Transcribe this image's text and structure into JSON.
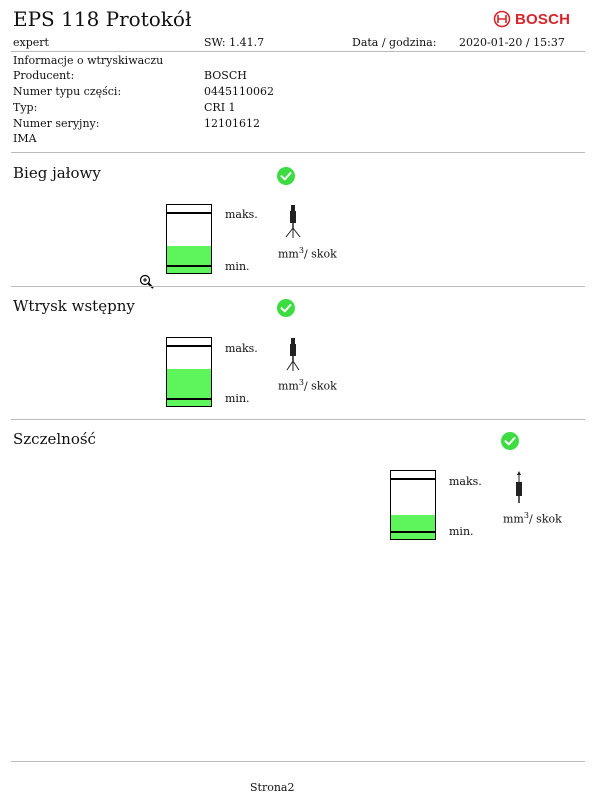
{
  "header": {
    "title": "EPS 118 Protokół",
    "brand": "BOSCH",
    "user": "expert",
    "sw": "SW: 1.41.7",
    "date_label": "Data / godzina:",
    "date_value": "2020-01-20 / 15:37"
  },
  "info": {
    "heading": "Informacje o wtryskiwaczu",
    "rows": [
      {
        "label": "Producent:",
        "value": "BOSCH"
      },
      {
        "label": "Numer typu części:",
        "value": "0445110062"
      },
      {
        "label": "Typ:",
        "value": "CRI 1"
      },
      {
        "label": "Numer seryjny:",
        "value": "12101612"
      },
      {
        "label": "IMA",
        "value": ""
      }
    ]
  },
  "sections": [
    {
      "title": "Bieg jałowy",
      "status": "ok",
      "max_label": "maks.",
      "min_label": "min.",
      "unit": "mm",
      "unit_exp": "3",
      "unit_suffix": "/ skok",
      "fill_fraction": 0.4
    },
    {
      "title": "Wtrysk wstępny",
      "status": "ok",
      "max_label": "maks.",
      "min_label": "min.",
      "unit": "mm",
      "unit_exp": "3",
      "unit_suffix": "/ skok",
      "fill_fraction": 0.55
    },
    {
      "title": "Szczelność",
      "status": "ok",
      "max_label": "maks.",
      "min_label": "min.",
      "unit": "mm",
      "unit_exp": "3",
      "unit_suffix": "/ skok",
      "fill_fraction": 0.35
    }
  ],
  "footer": {
    "page": "Strona2"
  },
  "colors": {
    "check": "#3ddc43",
    "fill": "#5df55b",
    "brand": "#d6262b"
  }
}
